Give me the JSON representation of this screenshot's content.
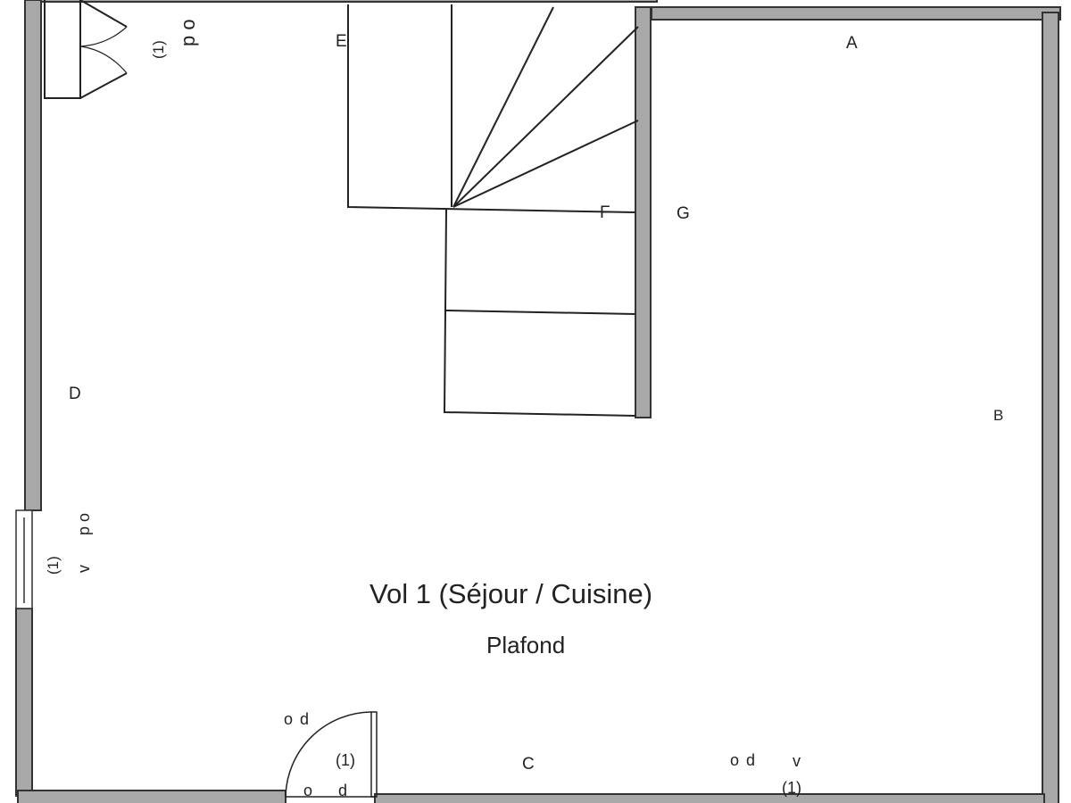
{
  "plan": {
    "title": "Vol 1 (Séjour / Cuisine)",
    "subtitle": "Plafond",
    "corner_labels": {
      "A": "A",
      "B": "B",
      "C": "C",
      "D": "D",
      "E": "E",
      "F": "F",
      "G": "G"
    },
    "top_left_closet": {
      "code": "p o",
      "number": "(1)"
    },
    "left_window": {
      "code": "p o",
      "v": "v",
      "number": "(1)"
    },
    "door_bottom": {
      "code_top": "o d",
      "number": "(1)",
      "code_bottom": "o d"
    },
    "bottom_right": {
      "code": "o d",
      "v": "v",
      "number": "(1)"
    },
    "colors": {
      "wall": "#9a9a9a",
      "line": "#222222"
    }
  }
}
